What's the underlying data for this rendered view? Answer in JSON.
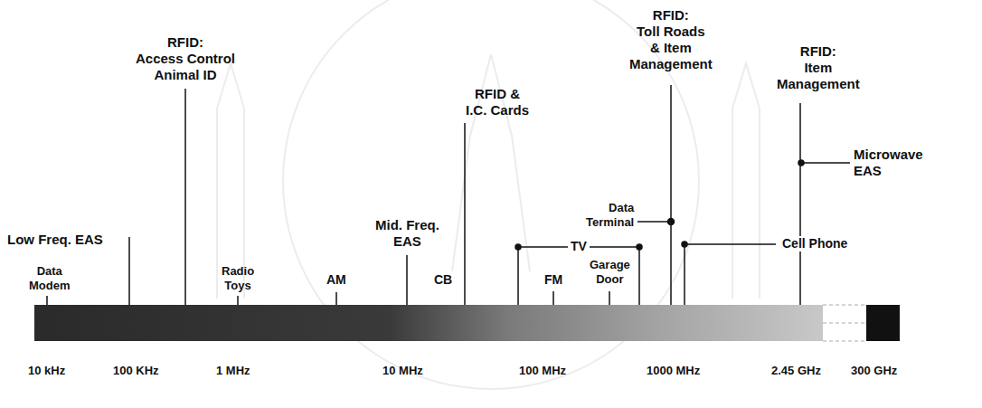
{
  "diagram": {
    "labels": [
      "RFID: Access Control Animal ID",
      "Low Freq. EAS",
      "Data Modem",
      "Radio Toys",
      "AM",
      "Mid. Freq. EAS",
      "RFID & I.C. Cards",
      "CB",
      "FM",
      "TV",
      "Garage Door",
      "Data Terminal",
      "RFID: Toll Roads & Item Management",
      "RFID: Item Management",
      "Microwave EAS",
      "Cell Phone",
      "10 kHz",
      "100 KHz",
      "1 MHz",
      "10 MHz",
      "100 MHz",
      "1000 MHz",
      "2.45 GHz",
      "300 GHz"
    ]
  }
}
